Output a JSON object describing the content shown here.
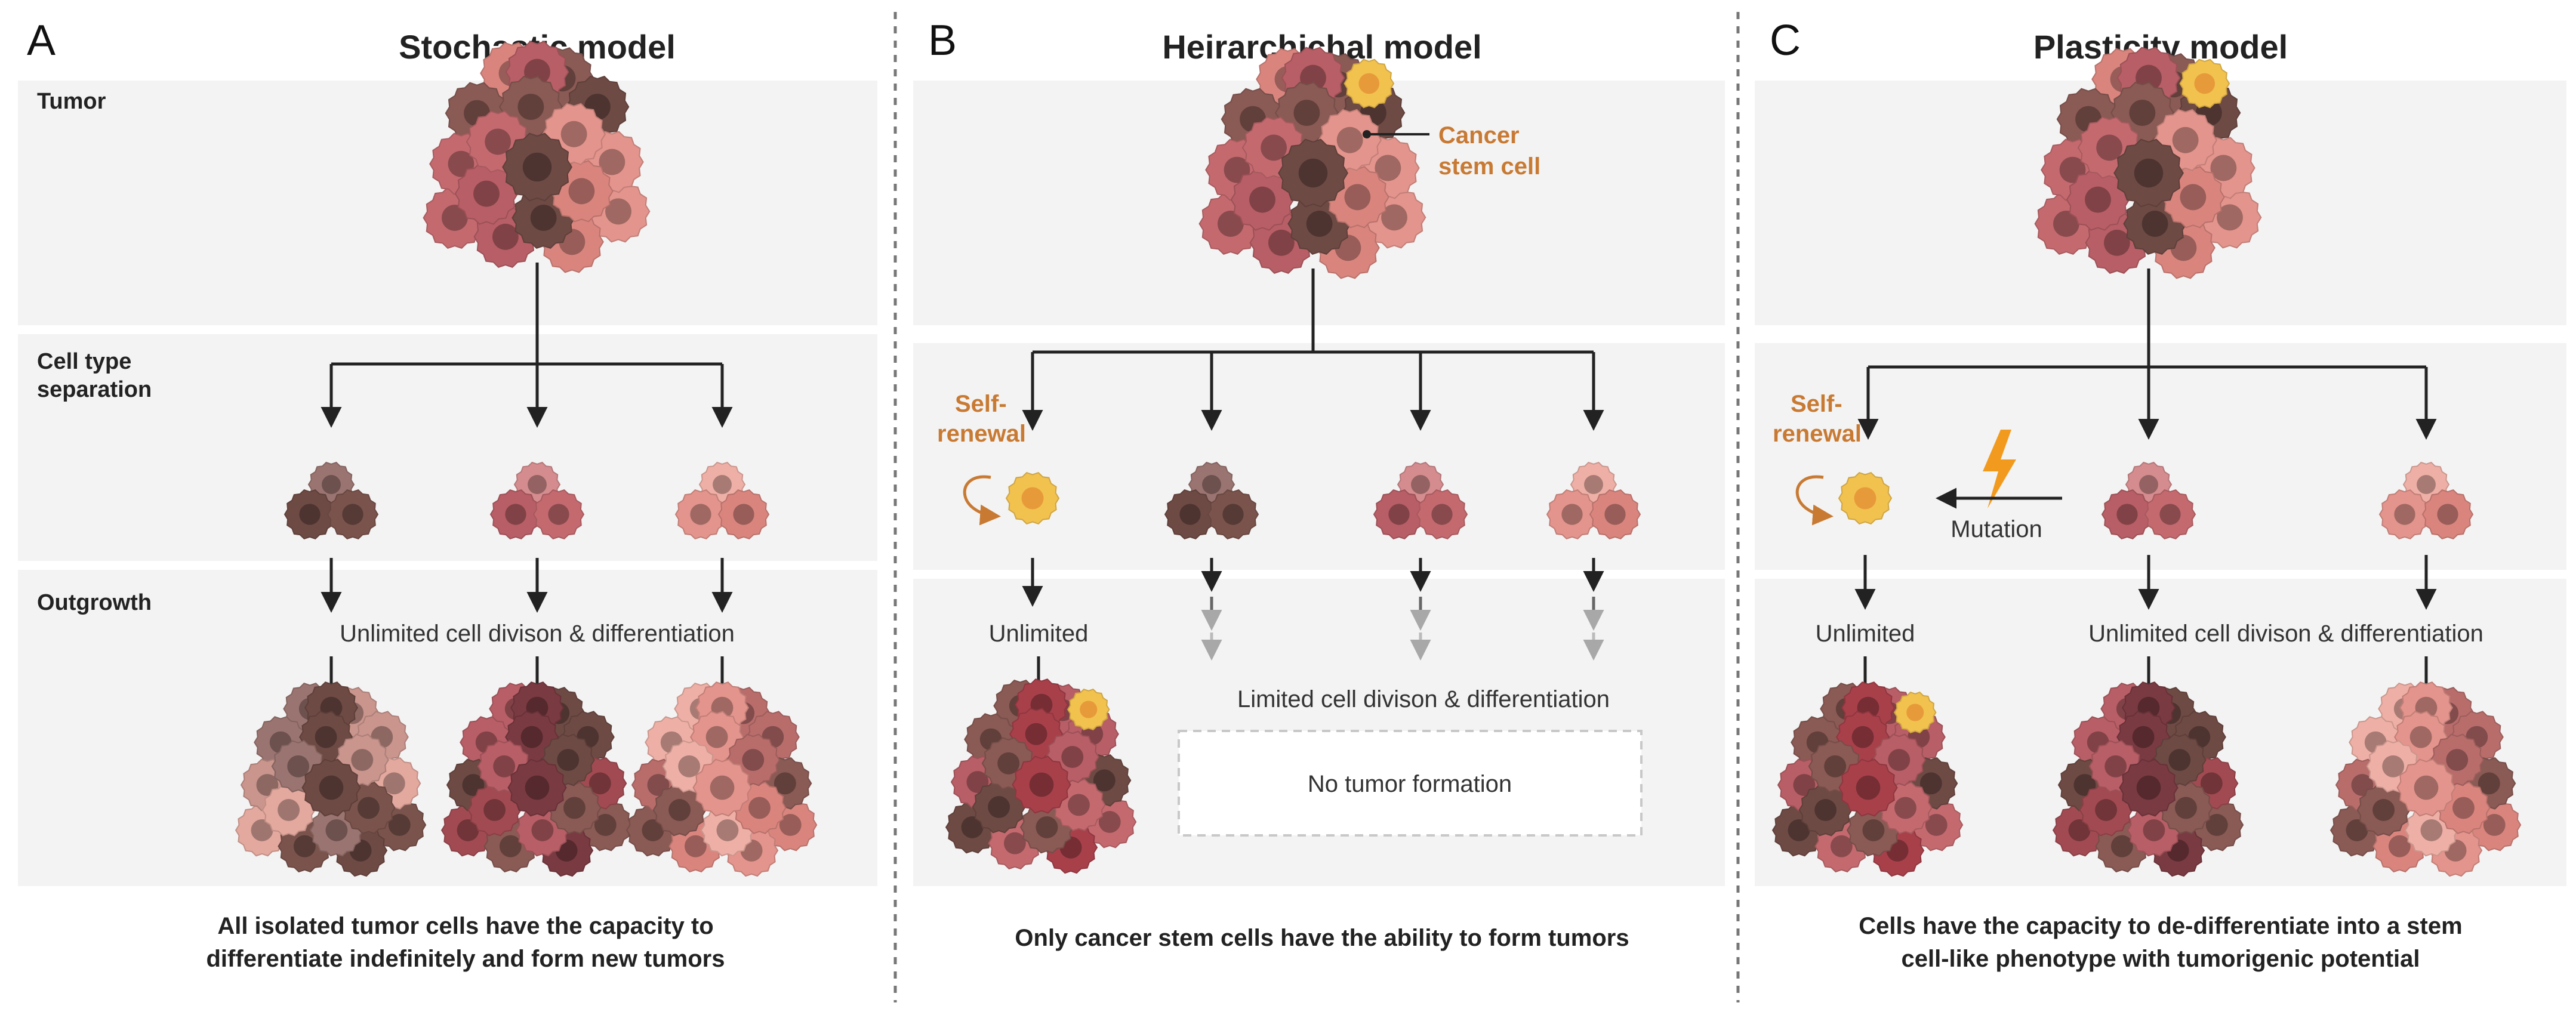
{
  "panels": {
    "a": {
      "letter": "A",
      "title": "Stochastic model",
      "caption_line1": "All isolated tumor cells have the capacity to",
      "caption_line2": "differentiate indefinitely and form new tumors"
    },
    "b": {
      "letter": "B",
      "title": "Heirarchichal model",
      "caption_line1": "Only cancer stem cells have the ability to form tumors"
    },
    "c": {
      "letter": "C",
      "title": "Plasticity model",
      "caption_line1": "Cells have the capacity to de-differentiate into a stem",
      "caption_line2": "cell-like phenotype with tumorigenic potential"
    }
  },
  "row_labels": {
    "tumor": "Tumor",
    "cell_type_line1": "Cell type",
    "cell_type_line2": "separation",
    "outgrowth": "Outgrowth"
  },
  "labels": {
    "unlimited_division": "Unlimited cell divison & differentiation",
    "limited_division": "Limited cell divison & differentiation",
    "no_tumor": "No tumor formation",
    "unlimited": "Unlimited",
    "self_renewal_line1": "Self-",
    "self_renewal_line2": "renewal",
    "cancer_stem_line1": "Cancer",
    "cancer_stem_line2": "stem cell",
    "mutation": "Mutation"
  },
  "icons": [
    "tumor-cluster",
    "cell-triplet",
    "stem-cell",
    "curved-arrow",
    "lightning-bolt"
  ],
  "colors": {
    "panel_bg": "#f3f3f3",
    "stem_cell": "#f2c24f",
    "accent_orange": "#c87a33",
    "lightning": "#f29a1e",
    "dark_cell": "#6e4a44",
    "pink_cell": "#c46a6f",
    "light_cell": "#e3948c",
    "arrow": "#222222",
    "grey_arrow": "#9a9a9a"
  }
}
